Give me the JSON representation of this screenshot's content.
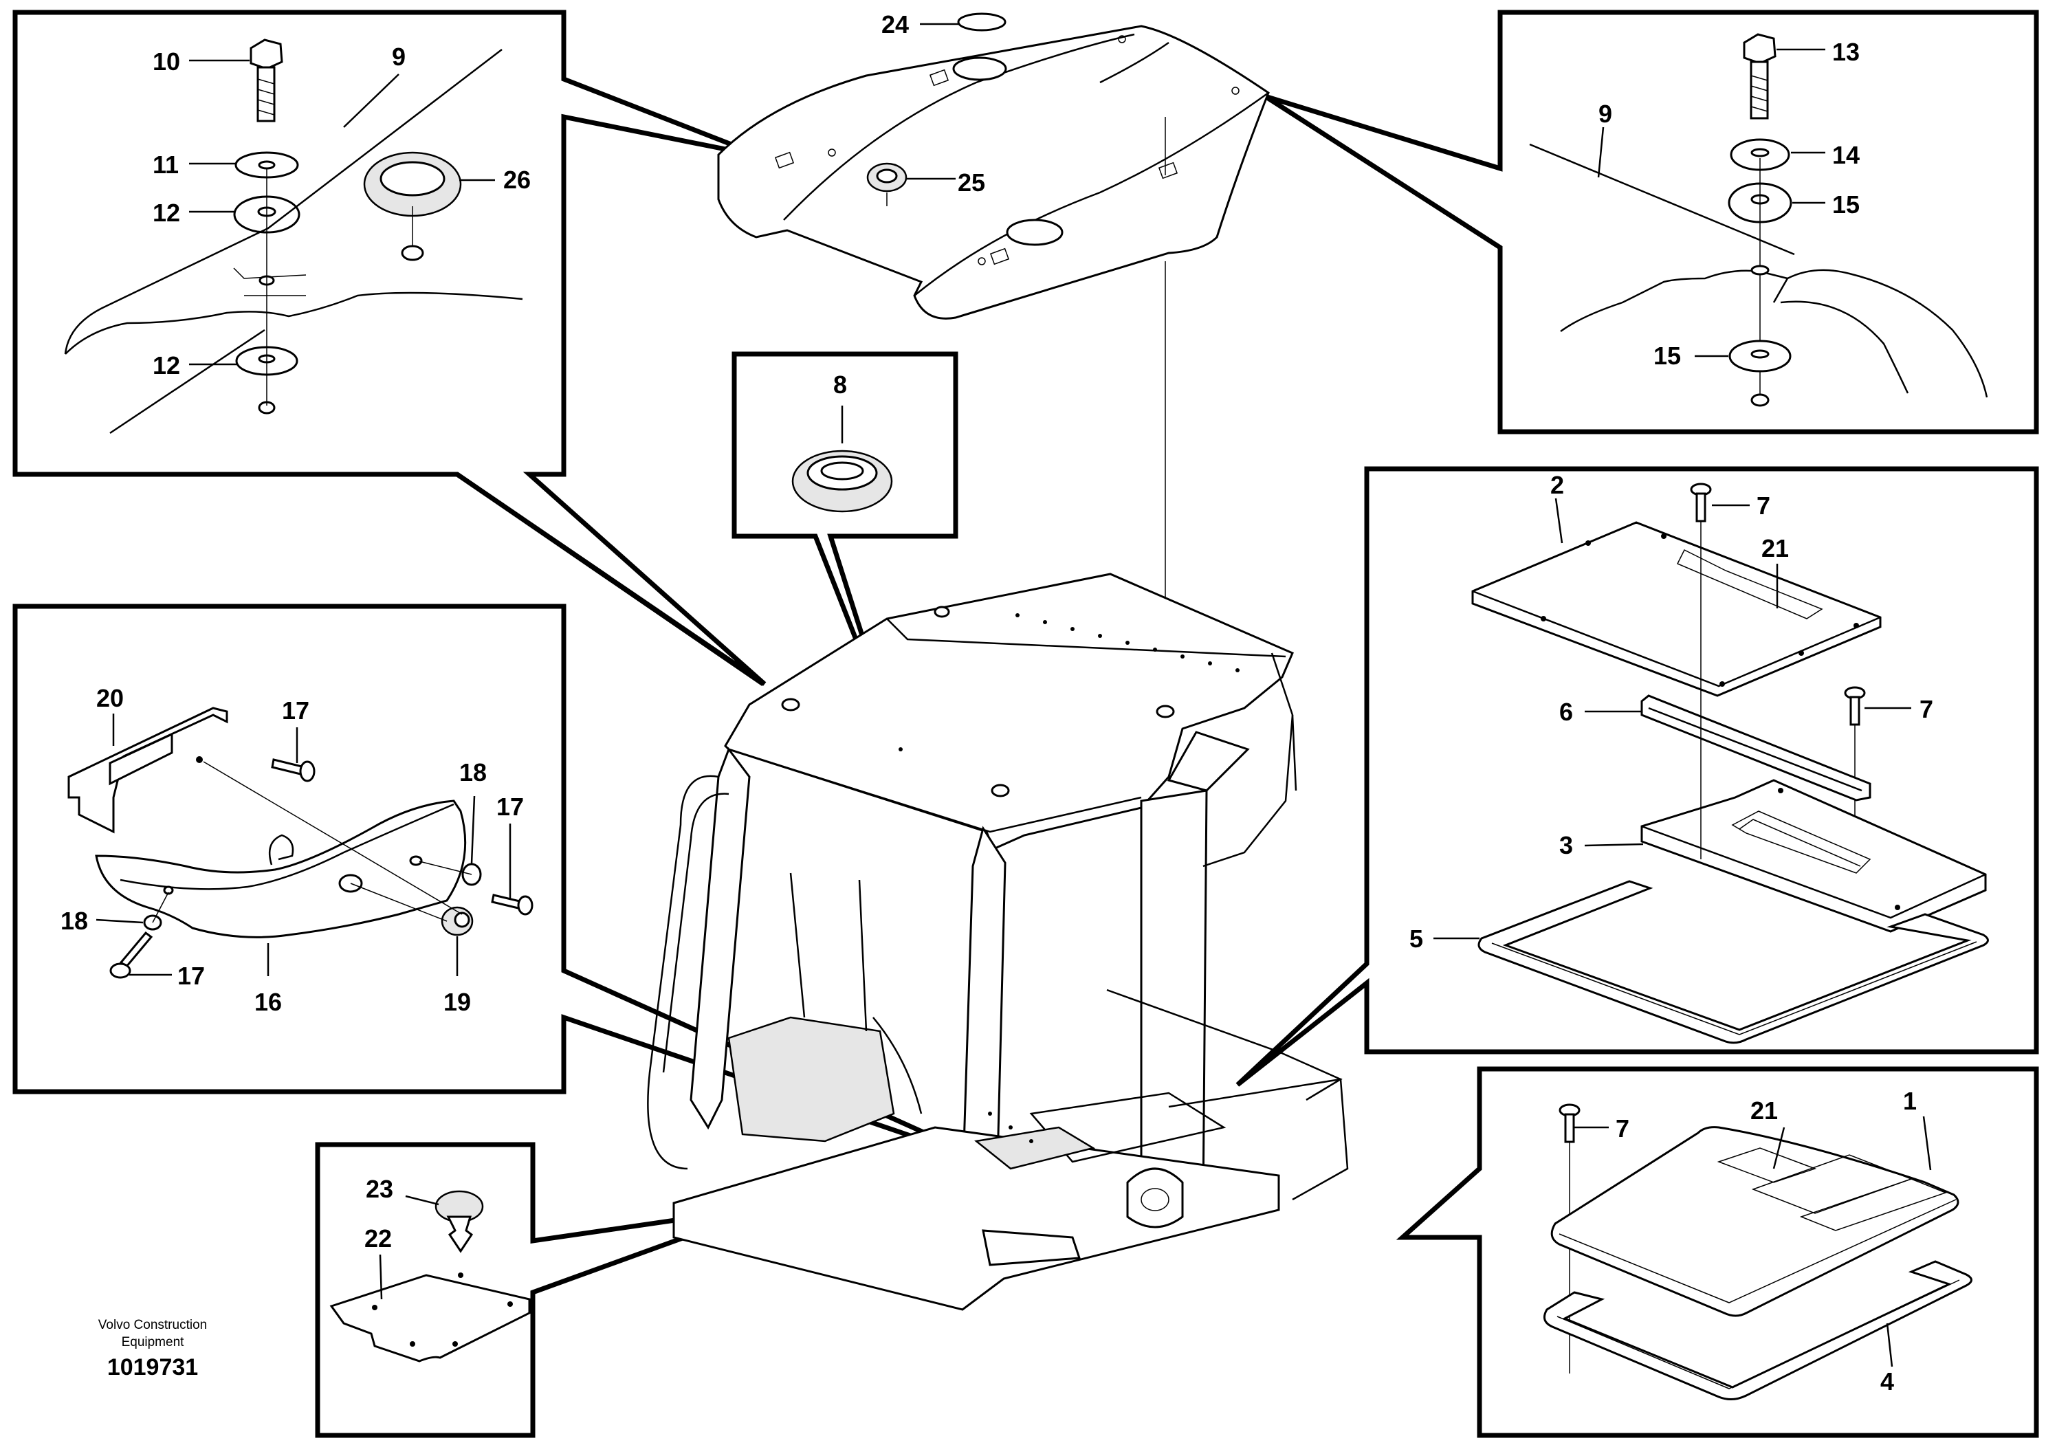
{
  "credit": {
    "line1": "Volvo Construction",
    "line2": "Equipment",
    "doc_number": "1019731"
  },
  "callouts": {
    "c1": "1",
    "c2": "2",
    "c3": "3",
    "c4": "4",
    "c5": "5",
    "c6": "6",
    "c7": "7",
    "c8": "8",
    "c9": "9",
    "c10": "10",
    "c11": "11",
    "c12": "12",
    "c13": "13",
    "c14": "14",
    "c15": "15",
    "c16": "16",
    "c17": "17",
    "c18": "18",
    "c19": "19",
    "c20": "20",
    "c21": "21",
    "c22": "22",
    "c23": "23",
    "c24": "24",
    "c25": "25",
    "c26": "26"
  }
}
